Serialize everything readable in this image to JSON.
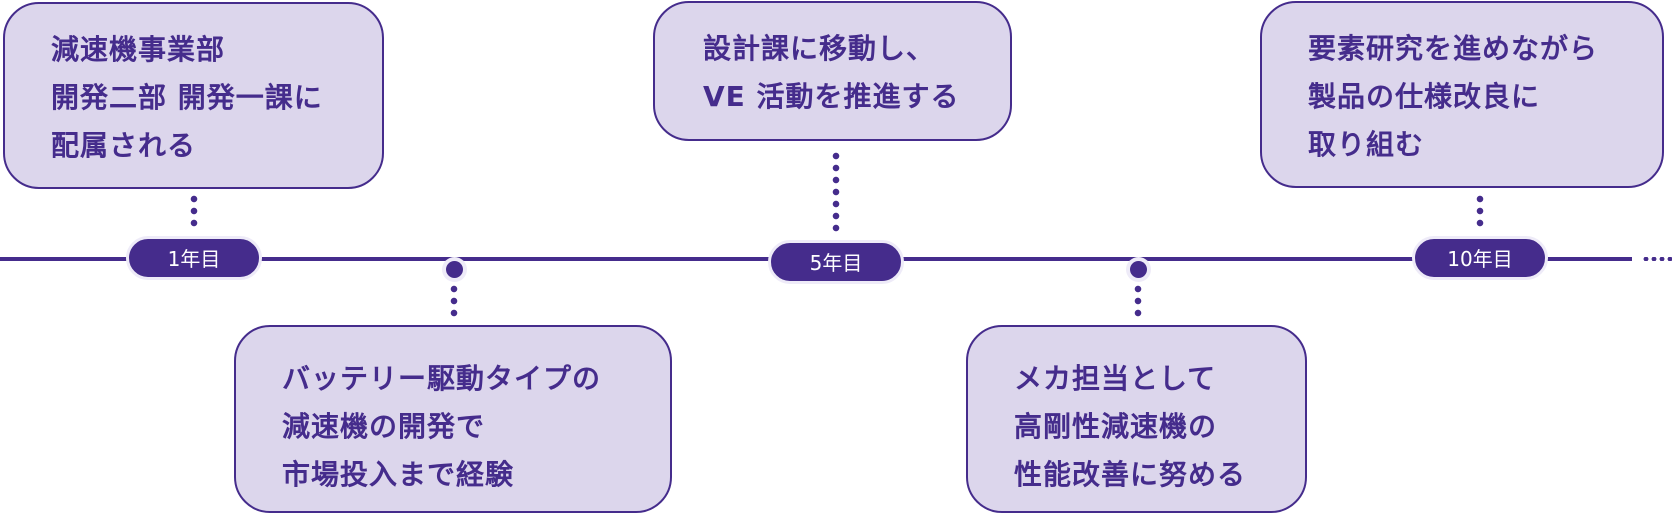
{
  "title": "career-timeline",
  "colors": {
    "primary": "#452c8c",
    "card_fill": "#dcd6ec",
    "halo": "#eeebf8",
    "pill_text": "#ffffff"
  },
  "milestones": [
    {
      "label": "1年目"
    },
    {
      "label": "5年目"
    },
    {
      "label": "10年目"
    }
  ],
  "cards": [
    {
      "position": "above",
      "lines": [
        "減速機事業部",
        "開発二部 開発一課に",
        "配属される"
      ]
    },
    {
      "position": "below",
      "lines": [
        "バッテリー駆動タイプの",
        "減速機の開発で",
        "市場投入まで経験"
      ]
    },
    {
      "position": "above",
      "lines": [
        "設計課に移動し、",
        "VE 活動を推進する"
      ]
    },
    {
      "position": "below",
      "lines": [
        "メカ担当として",
        "高剛性減速機の",
        "性能改善に努める"
      ]
    },
    {
      "position": "above",
      "lines": [
        "要素研究を進めながら",
        "製品の仕様改良に",
        "取り組む"
      ]
    }
  ],
  "continuation": "more-timeline-dots"
}
